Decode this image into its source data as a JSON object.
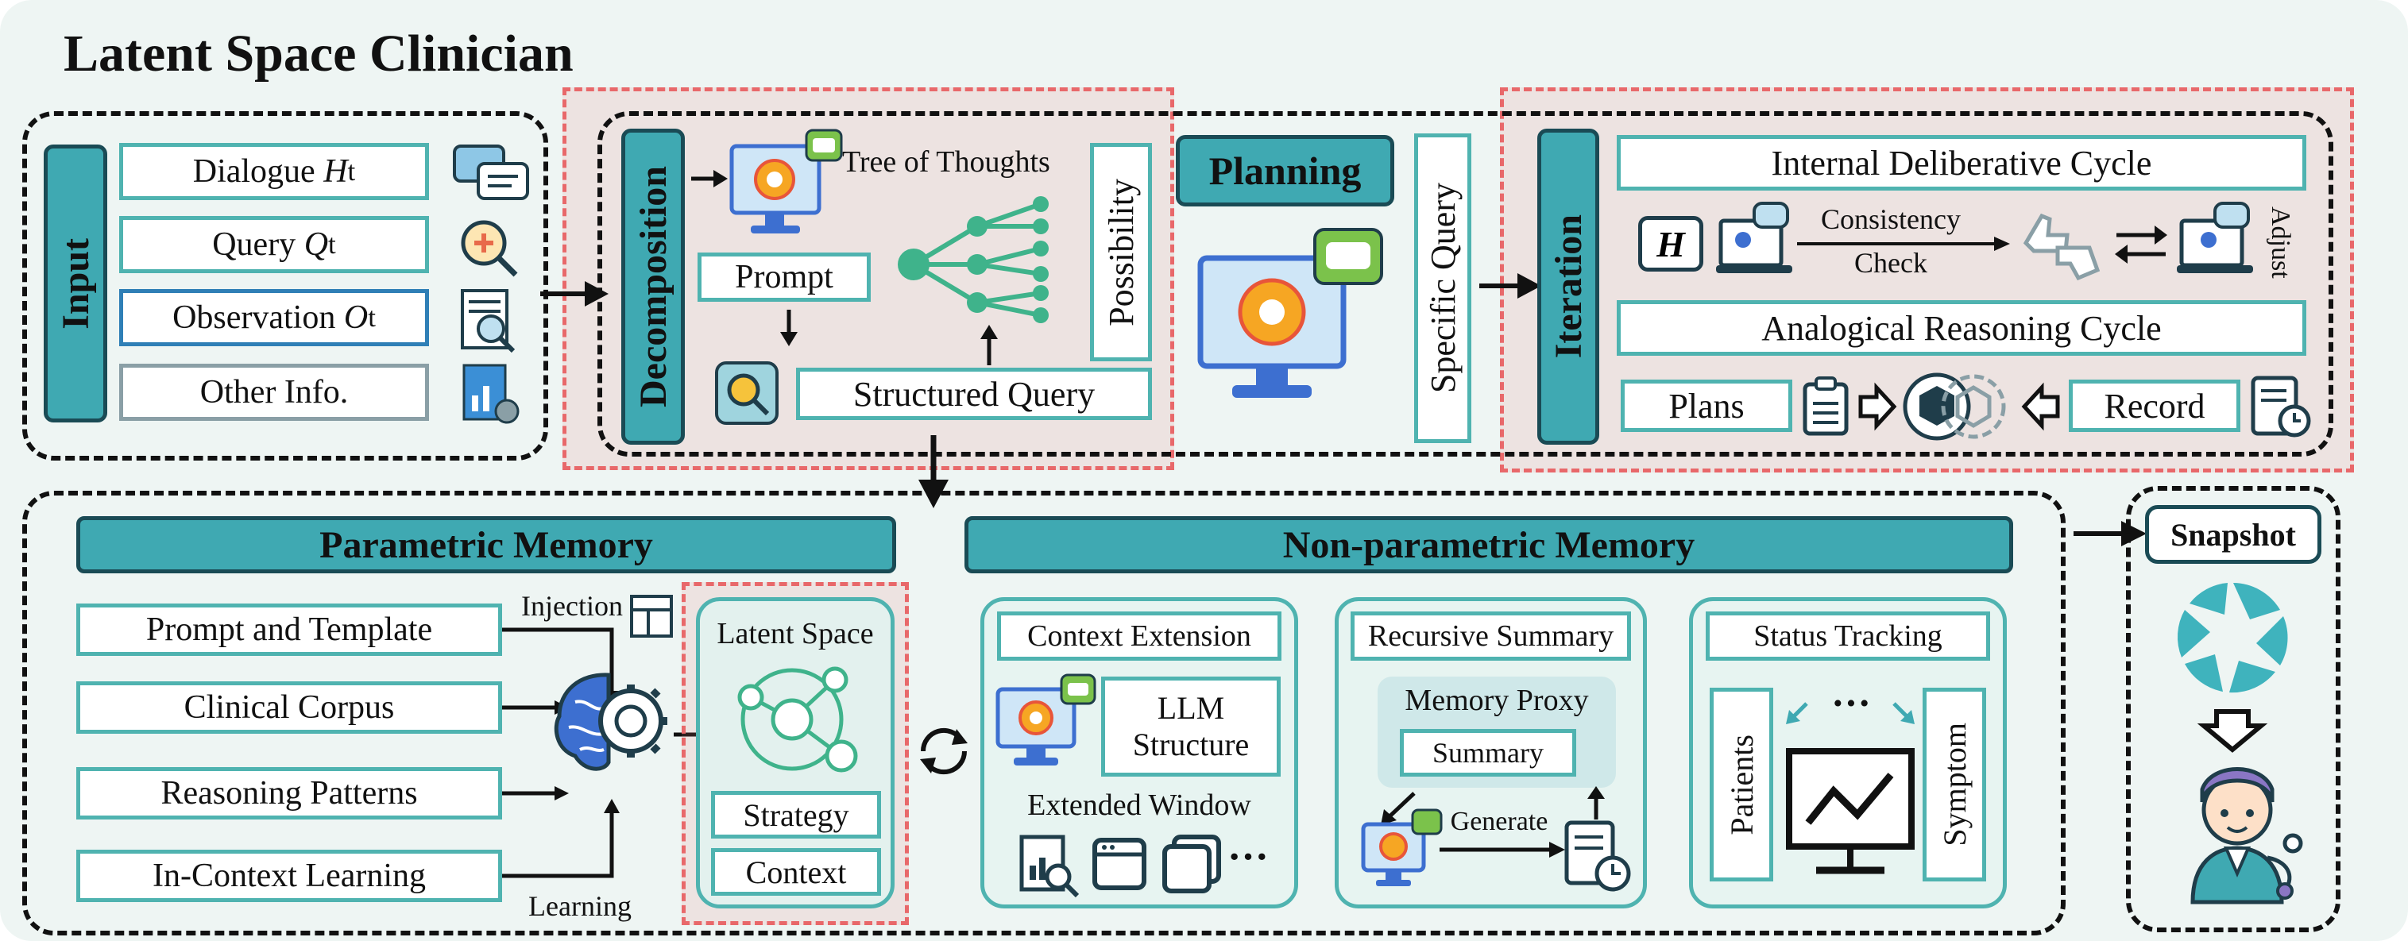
{
  "title": "Latent Space Clinician",
  "input": {
    "label": "Input",
    "items": [
      "Dialogue",
      "Query",
      "Observation",
      "Other Info."
    ],
    "symbols": [
      "H",
      "Q",
      "O"
    ],
    "subscript": "t",
    "icons": [
      "chat-icon",
      "search-medical-icon",
      "document-search-icon",
      "chart-settings-icon"
    ]
  },
  "decomposition": {
    "label": "Decomposition",
    "tree_label": "Tree of Thoughts",
    "prompt": "Prompt",
    "possibility": "Possibility",
    "structured_query": "Structured Query"
  },
  "planning": {
    "label": "Planning",
    "specific_query": "Specific Query"
  },
  "iteration": {
    "label": "Iteration",
    "internal_cycle": "Internal Deliberative Cycle",
    "h_symbol": "H",
    "consistency_line1": "Consistency",
    "consistency_line2": "Check",
    "adjust": "Adjust",
    "analogical_cycle": "Analogical Reasoning Cycle",
    "plans": "Plans",
    "record": "Record"
  },
  "parametric": {
    "label": "Parametric Memory",
    "items": [
      "Prompt and Template",
      "Clinical Corpus",
      "Reasoning Patterns",
      "In-Context Learning"
    ],
    "injection": "Injection",
    "learning": "Learning",
    "latent_space": "Latent Space",
    "strategy": "Strategy",
    "context": "Context"
  },
  "nonparametric": {
    "label": "Non-parametric Memory",
    "context_extension": "Context Extension",
    "llm_line1": "LLM",
    "llm_line2": "Structure",
    "extended_window": "Extended Window",
    "ellipsis": "···",
    "recursive_summary": "Recursive Summary",
    "memory_proxy": "Memory Proxy",
    "summary": "Summary",
    "generate": "Generate",
    "status_tracking": "Status Tracking",
    "patients": "Patients",
    "symptom": "Symptom",
    "dots": "···"
  },
  "snapshot": {
    "label": "Snapshot"
  },
  "colors": {
    "teal": "#3fa9b2",
    "teal_border": "#1a4b55",
    "green_border": "#4fb3b0",
    "red_dash": "#e8686a",
    "background": "#eef5f3",
    "blue_border": "#2f7fb6"
  }
}
